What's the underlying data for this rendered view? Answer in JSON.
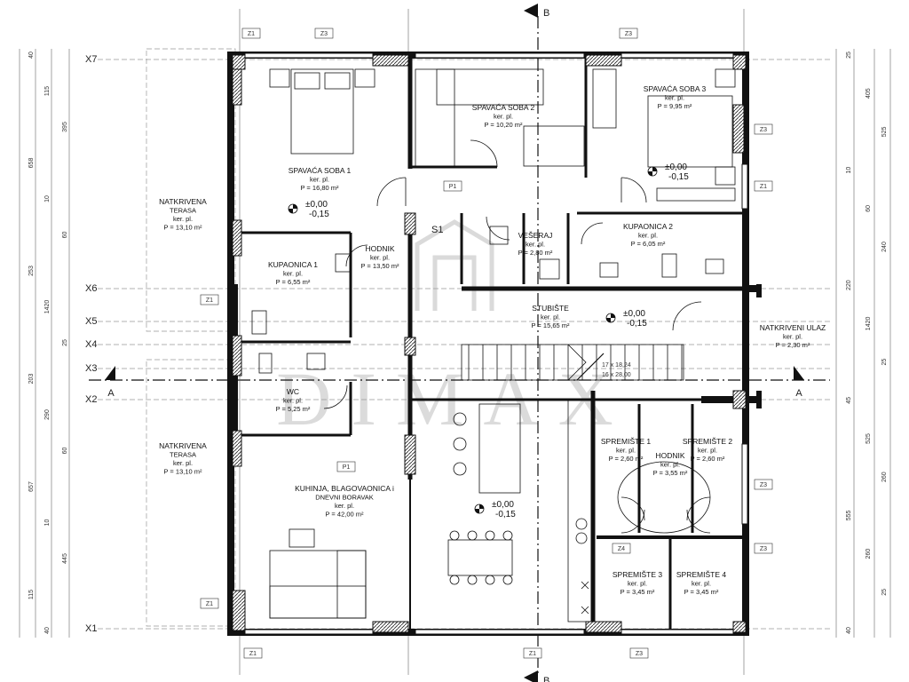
{
  "plan": {
    "rooms": [
      {
        "id": "spavaca-soba-1",
        "lines": [
          "SPAVAĆA SOBA 1",
          "ker. pl.",
          "P = 16,80 m²"
        ]
      },
      {
        "id": "spavaca-soba-2",
        "lines": [
          "SPAVAĆA SOBA 2",
          "ker. pl.",
          "P = 10,20 m²"
        ]
      },
      {
        "id": "spavaca-soba-3",
        "lines": [
          "SPAVAĆA SOBA 3",
          "ker. pl.",
          "P = 9,95 m²"
        ]
      },
      {
        "id": "natkrivena-terasa-top",
        "lines": [
          "NATKRIVENA",
          "TERASA",
          "ker. pl.",
          "P = 13,10 m²"
        ]
      },
      {
        "id": "natkrivena-terasa-bottom",
        "lines": [
          "NATKRIVENA",
          "TERASA",
          "ker. pl.",
          "P = 13,10 m²"
        ]
      },
      {
        "id": "kupaonica-1",
        "lines": [
          "KUPAONICA 1",
          "ker. pl.",
          "P = 6,55 m²"
        ]
      },
      {
        "id": "hodnik-main",
        "lines": [
          "HODNIK",
          "ker. pl.",
          "P = 13,50 m²"
        ]
      },
      {
        "id": "veseraj",
        "lines": [
          "VEŠERAJ",
          "ker. pl.",
          "P = 2,80 m²"
        ]
      },
      {
        "id": "kupaonica-2",
        "lines": [
          "KUPAONICA 2",
          "ker. pl.",
          "P = 6,05 m²"
        ]
      },
      {
        "id": "stubiste",
        "lines": [
          "STUBIŠTE",
          "ker. pl.",
          "P = 15,65 m²"
        ]
      },
      {
        "id": "natkriveni-ulaz",
        "lines": [
          "NATKRIVENI ULAZ",
          "ker. pl.",
          "P = 2,30 m²"
        ]
      },
      {
        "id": "wc",
        "lines": [
          "WC",
          "ker. pl.",
          "P = 5,25 m²"
        ]
      },
      {
        "id": "kuhinja",
        "lines": [
          "KUHINJA, BLAGOVAONICA i",
          "DNEVNI BORAVAK",
          "ker. pl.",
          "P = 42,00 m²"
        ]
      },
      {
        "id": "spremiste-1",
        "lines": [
          "SPREMIŠTE 1",
          "ker. pl.",
          "P = 2,60 m²"
        ]
      },
      {
        "id": "spremiste-2",
        "lines": [
          "SPREMIŠTE 2",
          "ker. pl.",
          "P = 2,60 m²"
        ]
      },
      {
        "id": "hodnik-small",
        "lines": [
          "HODNIK",
          "ker. pl.",
          "P = 3,55 m²"
        ]
      },
      {
        "id": "spremiste-3",
        "lines": [
          "SPREMIŠTE 3",
          "ker. pl.",
          "P = 3,45 m²"
        ]
      },
      {
        "id": "spremiste-4",
        "lines": [
          "SPREMIŠTE 4",
          "ker. pl.",
          "P = 3,45 m²"
        ]
      }
    ],
    "levels": [
      {
        "id": "lvl-1",
        "a": "±0,00",
        "b": "-0,15"
      },
      {
        "id": "lvl-2",
        "a": "±0,00",
        "b": "-0,15"
      },
      {
        "id": "lvl-3",
        "a": "±0,00",
        "b": "-0,15"
      },
      {
        "id": "lvl-4",
        "a": "±0,00",
        "b": "-0,15"
      }
    ],
    "axes_rows": [
      "X7",
      "X6",
      "X5",
      "X4",
      "X3",
      "X2",
      "X1"
    ],
    "section_markers": {
      "a_left": "A",
      "a_right": "A",
      "b_top": "B",
      "b_bottom": "B"
    },
    "stair_note": [
      "17 x 18,24",
      "16 x 28,00"
    ],
    "stair_label": "S1",
    "tags": [
      "Z1",
      "Z3",
      "Z3",
      "Z3",
      "Z1",
      "Z1",
      "Z3",
      "Z3",
      "Z1",
      "Z1",
      "Z4",
      "Z3",
      "P1",
      "P1",
      "Z1"
    ],
    "dims_left": [
      "40",
      "115",
      "395",
      "658",
      "10",
      "60",
      "253",
      "1420",
      "25",
      "203",
      "290",
      "60",
      "657",
      "10",
      "445",
      "115",
      "40"
    ],
    "dims_right": [
      "25",
      "405",
      "525",
      "10",
      "60",
      "240",
      "220",
      "1420",
      "25",
      "45",
      "525",
      "260",
      "555",
      "260",
      "25",
      "40"
    ],
    "watermark": "DIMAX"
  }
}
